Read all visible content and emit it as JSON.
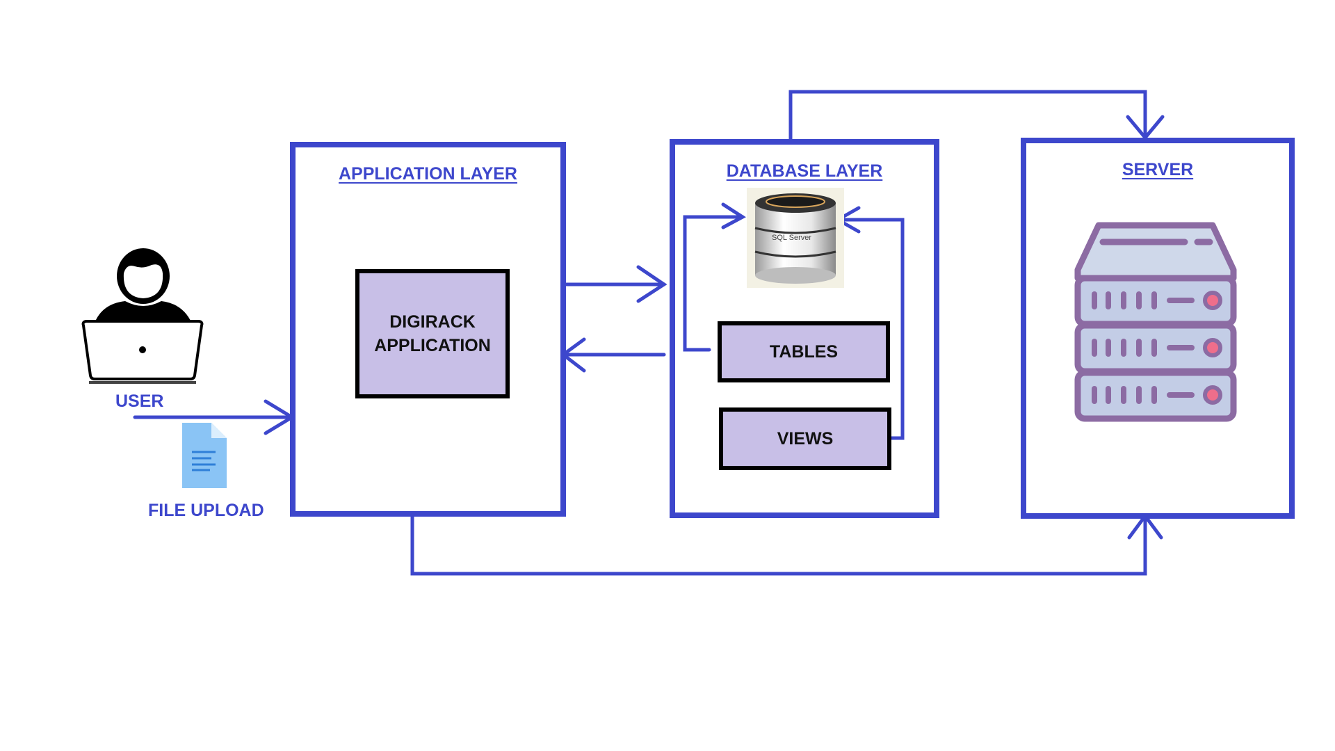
{
  "diagram": {
    "colors": {
      "line": "#3d47cc",
      "component_fill": "#c8bfe7",
      "component_border": "#000000",
      "server_icon": "#8c6ba3",
      "server_led": "#ef6e8b"
    },
    "user": {
      "label": "USER",
      "icon": "user-laptop-icon"
    },
    "file_upload": {
      "label": "FILE UPLOAD",
      "icon": "document-icon"
    },
    "application_layer": {
      "title": "APPLICATION LAYER",
      "components": [
        {
          "label_line1": "DIGIRACK",
          "label_line2": "APPLICATION"
        }
      ]
    },
    "database_layer": {
      "title": "DATABASE LAYER",
      "db_icon": "sql-server-database-icon",
      "db_icon_text": "SQL Server",
      "components": [
        {
          "label": "TABLES"
        },
        {
          "label": "VIEWS"
        }
      ]
    },
    "server": {
      "title": "SERVER",
      "icon": "server-rack-icon"
    },
    "connections": [
      {
        "from": "USER",
        "to": "APPLICATION LAYER",
        "note": "FILE UPLOAD"
      },
      {
        "from": "APPLICATION LAYER",
        "to": "DATABASE LAYER"
      },
      {
        "from": "DATABASE LAYER",
        "to": "APPLICATION LAYER"
      },
      {
        "from": "TABLES",
        "to": "SQL Server"
      },
      {
        "from": "VIEWS",
        "to": "SQL Server"
      },
      {
        "from": "DATABASE LAYER",
        "to": "SERVER"
      },
      {
        "from": "APPLICATION LAYER",
        "to": "SERVER"
      }
    ]
  }
}
